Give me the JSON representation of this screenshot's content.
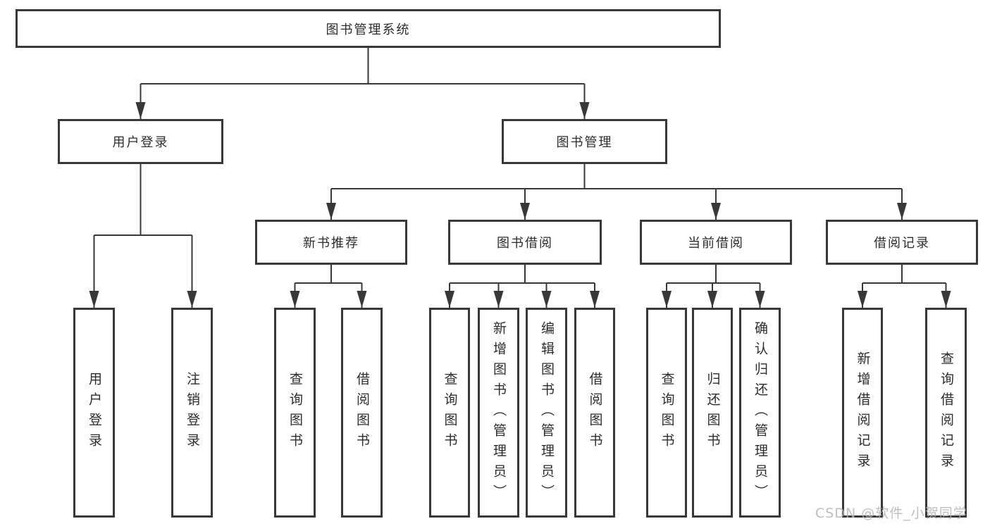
{
  "diagram_title": "图书管理系统",
  "watermark": "CSDN @软件_小贺同学",
  "colors": {
    "line": "#383838",
    "box_border": "#383838",
    "text": "#2d2d2d",
    "watermark": "#b4b4b4",
    "background": "#ffffff"
  },
  "tree": {
    "label": "图书管理系统",
    "children": [
      {
        "label": "用户登录",
        "children": [
          {
            "label": "用户登录"
          },
          {
            "label": "注销登录"
          }
        ]
      },
      {
        "label": "图书管理",
        "children": [
          {
            "label": "新书推荐",
            "children": [
              {
                "label": "查询图书"
              },
              {
                "label": "借阅图书"
              }
            ]
          },
          {
            "label": "图书借阅",
            "children": [
              {
                "label": "查询图书"
              },
              {
                "label": "新增图书（管理员）"
              },
              {
                "label": "编辑图书（管理员）"
              },
              {
                "label": "借阅图书"
              }
            ]
          },
          {
            "label": "当前借阅",
            "children": [
              {
                "label": "查询图书"
              },
              {
                "label": "归还图书"
              },
              {
                "label": "确认归还（管理员）"
              }
            ]
          },
          {
            "label": "借阅记录",
            "children": [
              {
                "label": "新增借阅记录"
              },
              {
                "label": "查询借阅记录"
              }
            ]
          }
        ]
      }
    ]
  }
}
